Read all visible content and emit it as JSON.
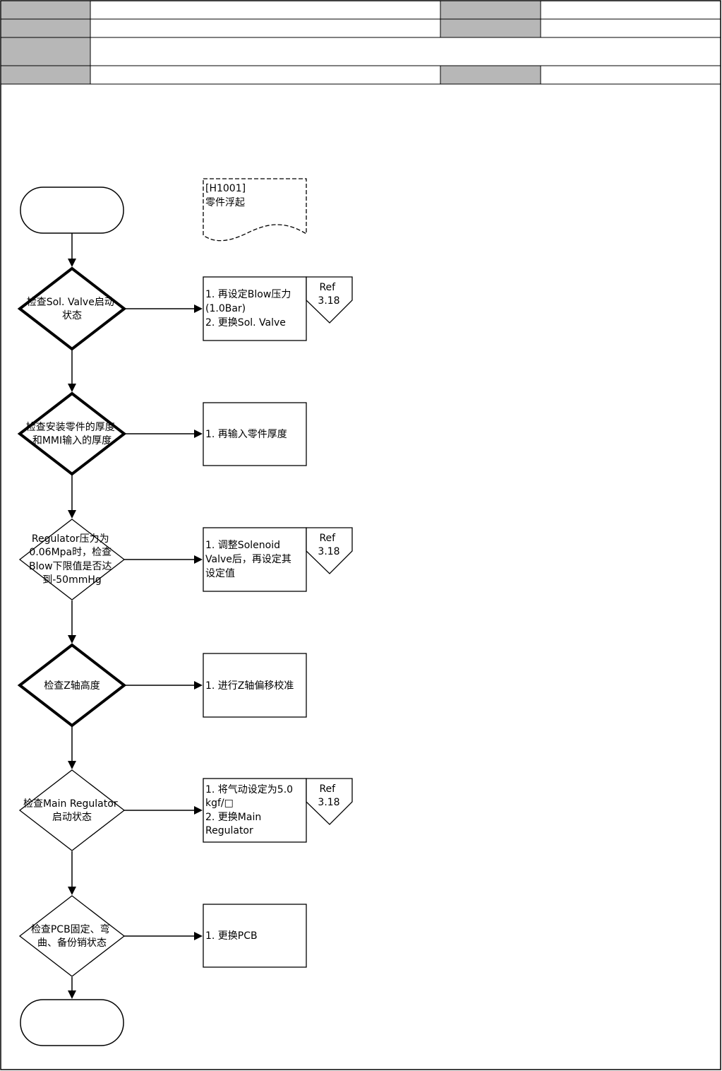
{
  "colors": {
    "header_gray": "#b7b7b7",
    "line": "#000000",
    "paper": "#ffffff"
  },
  "note": {
    "line1": "[H1001]",
    "line2": "零件浮起"
  },
  "ref_label": {
    "line1": "Ref",
    "line2": "3.18"
  },
  "steps": [
    {
      "check": [
        "检查Sol. Valve启动",
        "状态"
      ],
      "action": [
        "1. 再设定Blow压力",
        "(1.0Bar)",
        "2. 更换Sol. Valve"
      ],
      "has_ref": true
    },
    {
      "check": [
        "检查安装零件的厚度",
        "和MMI输入的厚度"
      ],
      "action": [
        "1. 再输入零件厚度"
      ],
      "has_ref": false
    },
    {
      "check": [
        "Regulator压力为",
        "0.06Mpa时，检查",
        "Blow下限值是否达",
        "到-50mmHg"
      ],
      "action": [
        "1. 调整Solenoid",
        "Valve后，再设定其",
        "设定值"
      ],
      "has_ref": true
    },
    {
      "check": [
        "检查Z轴高度"
      ],
      "action": [
        "1. 进行Z轴偏移校准"
      ],
      "has_ref": false
    },
    {
      "check": [
        "检查Main Regulator",
        "启动状态"
      ],
      "action": [
        "1. 将气动设定为5.0",
        "kgf/□",
        "2. 更换Main",
        "Regulator"
      ],
      "has_ref": true
    },
    {
      "check": [
        "检查PCB固定、弯",
        "曲、备份销状态"
      ],
      "action": [
        "1. 更换PCB"
      ],
      "has_ref": false
    }
  ]
}
